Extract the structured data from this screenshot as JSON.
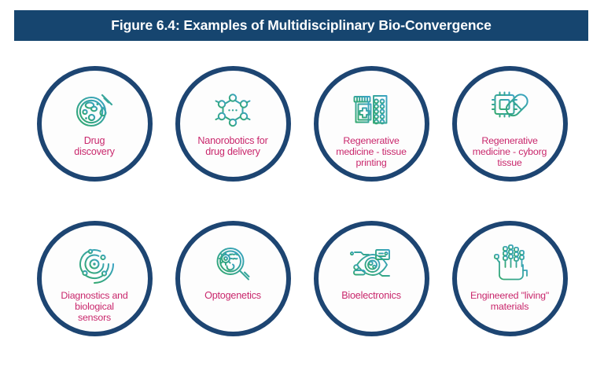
{
  "figure": {
    "title": "Figure 6.4: Examples of Multidisciplinary Bio-Convergence",
    "title_bar_color": "#16456f",
    "ring_color": "#1d4572",
    "caption_color": "#c9276c",
    "icon_gradient_start": "#3aa8c1",
    "icon_gradient_end": "#35b07a",
    "background_color": "#ffffff"
  },
  "items": [
    {
      "index": 1,
      "label": "Drug\ndiscovery",
      "label_line1": "Drug",
      "label_line2": "discovery",
      "icon": "petri-dish-dropper-icon",
      "row": 1,
      "column": 1
    },
    {
      "index": 2,
      "label": "Nanorobotics for\ndrug delivery",
      "label_line1": "Nanorobotics for",
      "label_line2": "drug delivery",
      "icon": "nanobot-hexagon-icon",
      "row": 1,
      "column": 2
    },
    {
      "index": 3,
      "label": "Regenerative\nmedicine - tissue\nprinting",
      "label_line1": "Regenerative",
      "label_line2": "medicine - tissue",
      "label_line3": "printing",
      "icon": "medicine-bottle-pills-icon",
      "row": 1,
      "column": 3
    },
    {
      "index": 4,
      "label": "Regenerative\nmedicine - cyborg\ntissue",
      "label_line1": "Regenerative",
      "label_line2": "medicine - cyborg",
      "label_line3": "tissue",
      "icon": "microchip-capsule-icon",
      "row": 1,
      "column": 4
    },
    {
      "index": 5,
      "label": "Diagnostics and\nbiological\nsensors",
      "label_line1": "Diagnostics and",
      "label_line2": "biological",
      "label_line3": "sensors",
      "icon": "biosensor-orbit-icon",
      "row": 2,
      "column": 1
    },
    {
      "index": 6,
      "label": "Optogenetics",
      "label_line1": "Optogenetics",
      "icon": "magnifier-microbe-icon",
      "row": 2,
      "column": 2
    },
    {
      "index": 7,
      "label": "Bioelectronics",
      "label_line1": "Bioelectronics",
      "icon": "bionic-eye-circuit-icon",
      "row": 2,
      "column": 3
    },
    {
      "index": 8,
      "label": "Engineered \"living\"\nmaterials",
      "label_line1": "Engineered \"living\"",
      "label_line2": "materials",
      "icon": "robotic-hand-icon",
      "row": 2,
      "column": 4
    }
  ]
}
